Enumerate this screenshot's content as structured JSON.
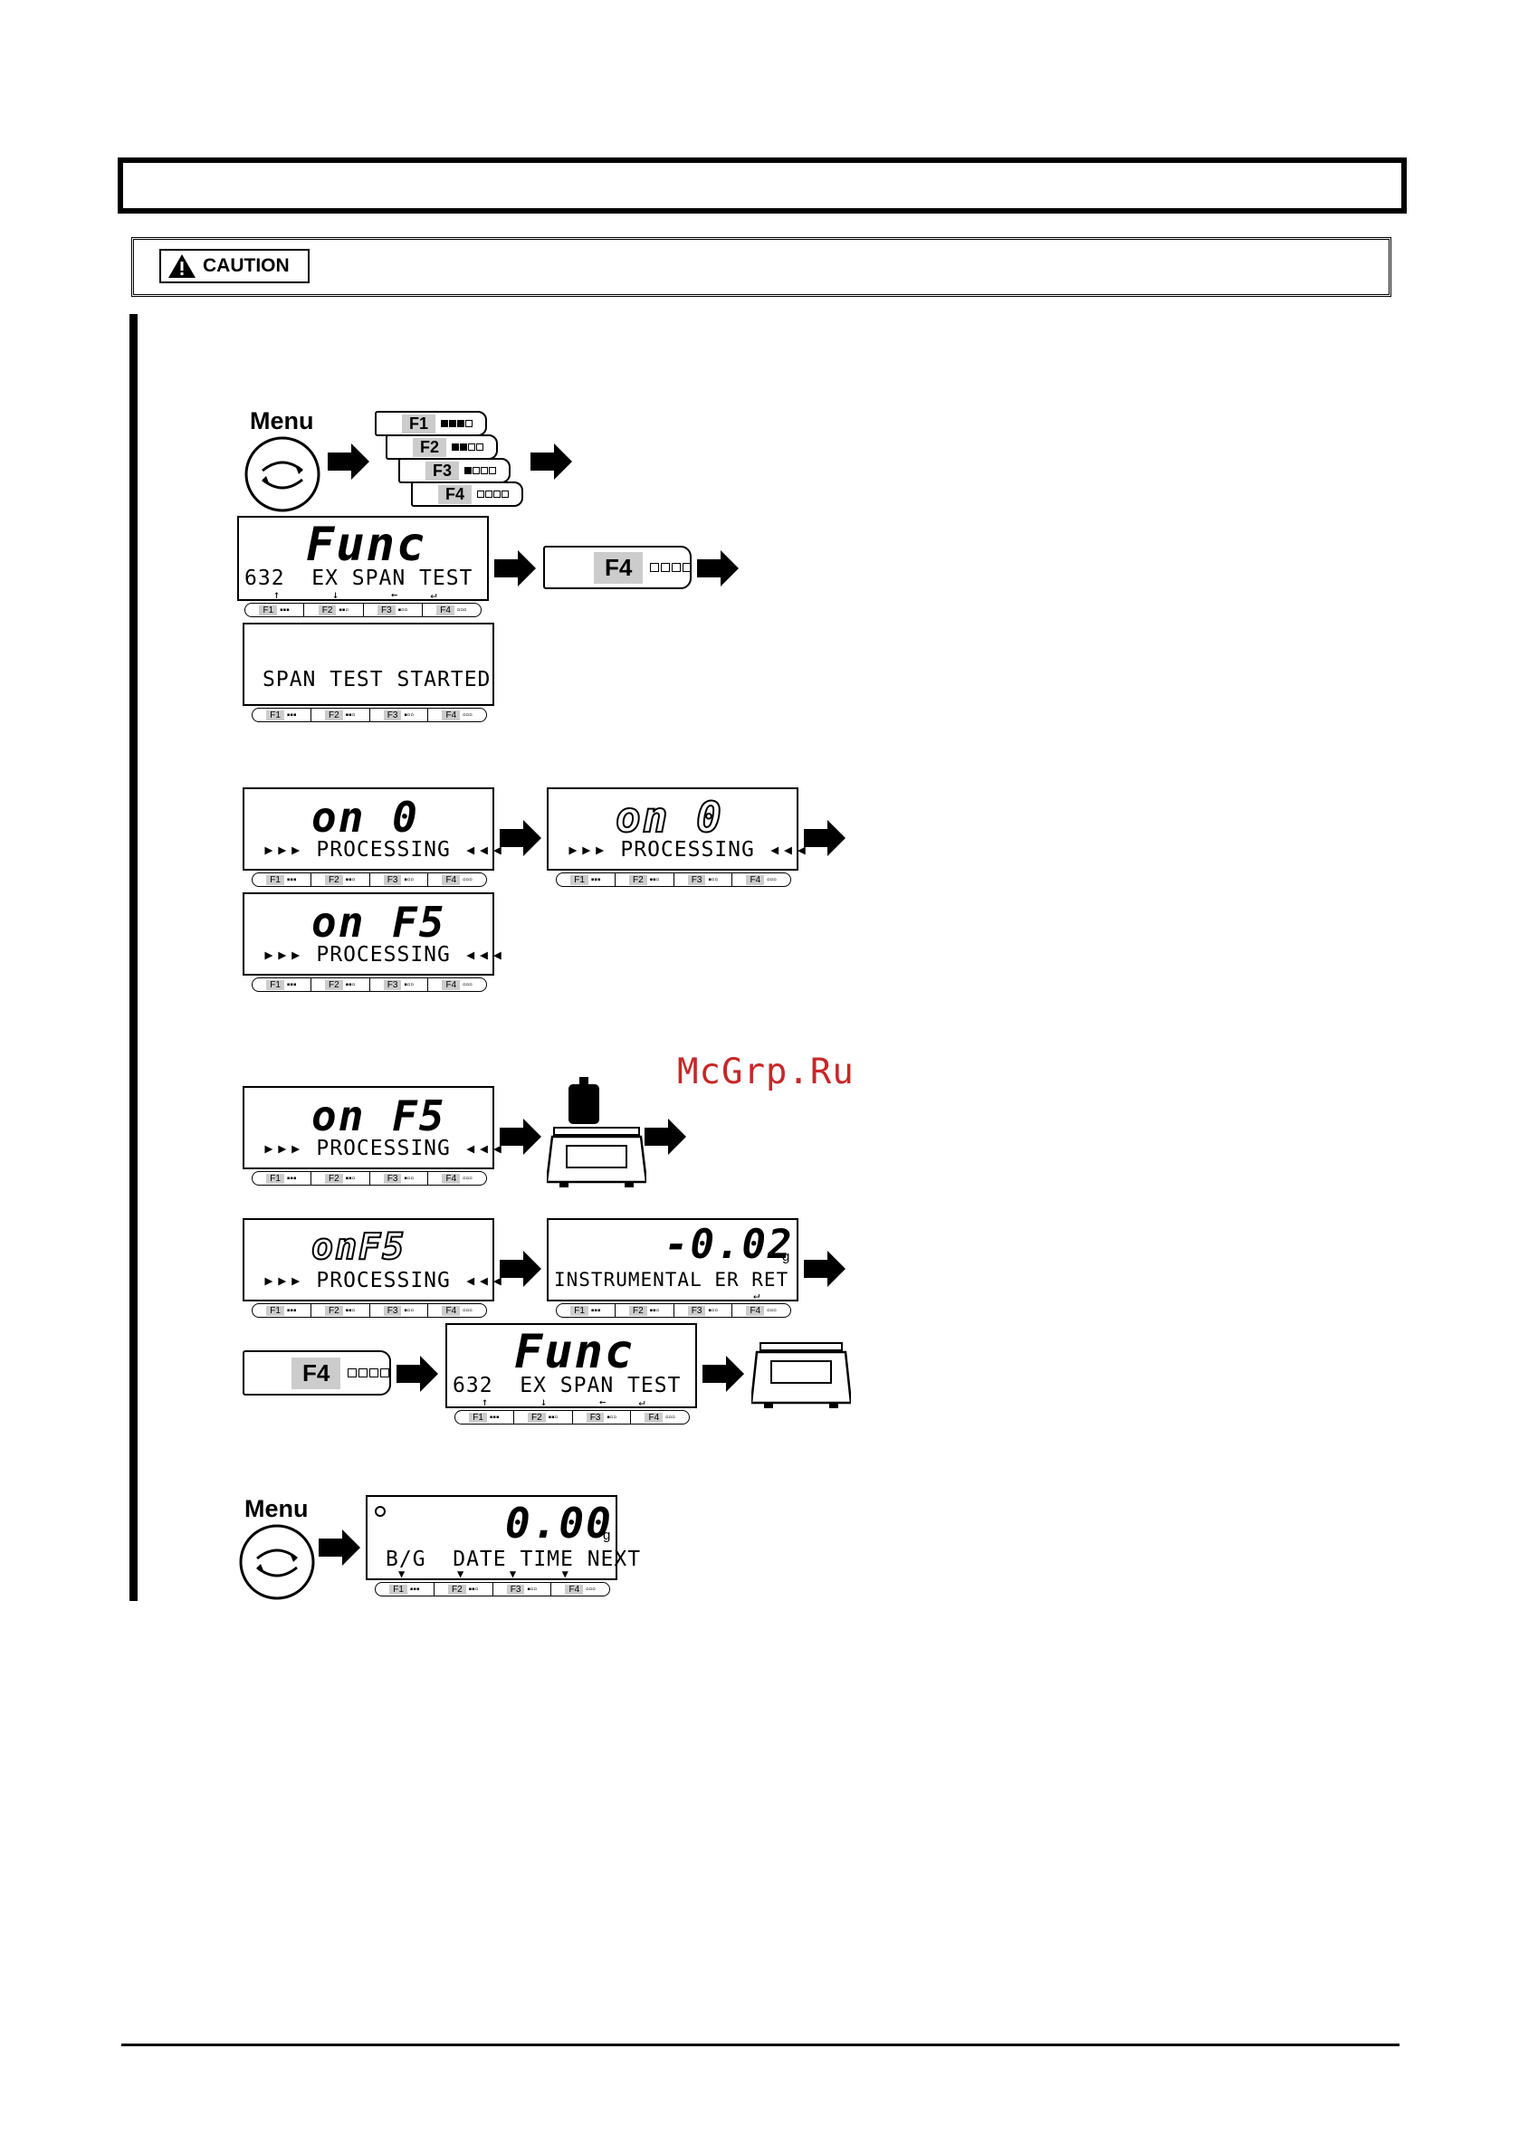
{
  "caution": {
    "label": "CAUTION"
  },
  "menu_label": "Menu",
  "keys": [
    "F1",
    "F2",
    "F3",
    "F4"
  ],
  "watermark": "McGrp.Ru",
  "screens": {
    "func": {
      "big": "Func",
      "line": "632  EX SPAN TEST",
      "marks": "↑        ↓        ←     ↵"
    },
    "span_started": {
      "line": "SPAN TEST STARTED"
    },
    "on0": {
      "big": "on 0",
      "line": "▸▸▸ PROCESSING ◂◂◂"
    },
    "onfs": {
      "big": "on F5",
      "line": "▸▸▸ PROCESSING ◂◂◂"
    },
    "onfs_small": {
      "big": "onF5",
      "line": "▸▸▸ PROCESSING ◂◂◂"
    },
    "err": {
      "big": "-0.02",
      "unit": "g",
      "line": "INSTRUMENTAL ER RET",
      "marks": "↵"
    },
    "final": {
      "big": "0.00",
      "unit": "g",
      "line": "B/G  DATE TIME NEXT",
      "marks": "▼        ▼       ▼       ▼"
    }
  }
}
